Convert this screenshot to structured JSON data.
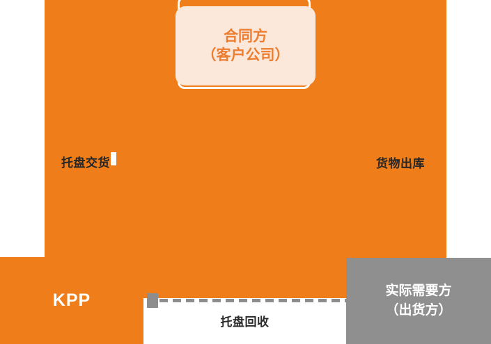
{
  "diagram": {
    "colors": {
      "orange": "#EE7D1A",
      "peach": "#FBE8DA",
      "gray": "#8F8F8F",
      "dash": "#8D8D8D",
      "orange_text": "#ED7D31",
      "dark_text": "#262626",
      "white": "#FFFFFF"
    },
    "contract_box": {
      "line1": "合同方",
      "line2": "（客户公司）"
    },
    "kpp": {
      "label": "KPP"
    },
    "demand_box": {
      "line1": "实际需要方",
      "line2": "（出货方）"
    },
    "flow_labels": {
      "pallet_delivery": "托盘交货",
      "goods_outbound": "货物出库",
      "pallet_recovery": "托盘回收"
    }
  }
}
